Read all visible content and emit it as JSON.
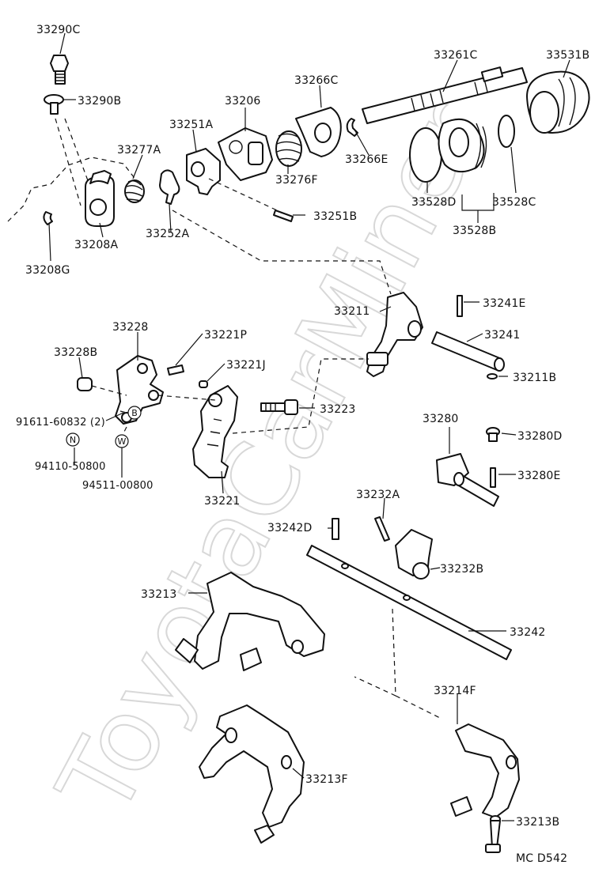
{
  "watermark": "ToyotaCarMiner",
  "code": "MC  D542",
  "parts": {
    "p33290C": "33290C",
    "p33290B": "33290B",
    "p33261C": "33261C",
    "p33531B": "33531B",
    "p33266C": "33266C",
    "p33206": "33206",
    "p33251A": "33251A",
    "p33277A": "33277A",
    "p33266E": "33266E",
    "p33276F": "33276F",
    "p33528D": "33528D",
    "p33528C": "33528C",
    "p33528B": "33528B",
    "p33251B": "33251B",
    "p33208A": "33208A",
    "p33252A": "33252A",
    "p33208G": "33208G",
    "p33211": "33211",
    "p33241E": "33241E",
    "p33228": "33228",
    "p33241": "33241",
    "p33228B": "33228B",
    "p33221P": "33221P",
    "p33221J": "33221J",
    "p33211B": "33211B",
    "p91611": "91611-60832  (2)",
    "p33223": "33223",
    "p94110": "94110-50800",
    "p94511": "94511-00800",
    "p33280": "33280",
    "p33280D": "33280D",
    "p33280E": "33280E",
    "p33221": "33221",
    "p33232A": "33232A",
    "p33242D": "33242D",
    "p33232B": "33232B",
    "p33213": "33213",
    "p33242": "33242",
    "p33214F": "33214F",
    "p33213F": "33213F",
    "p33213B": "33213B"
  },
  "symbols": {
    "b": "B",
    "n": "N",
    "w": "W"
  }
}
